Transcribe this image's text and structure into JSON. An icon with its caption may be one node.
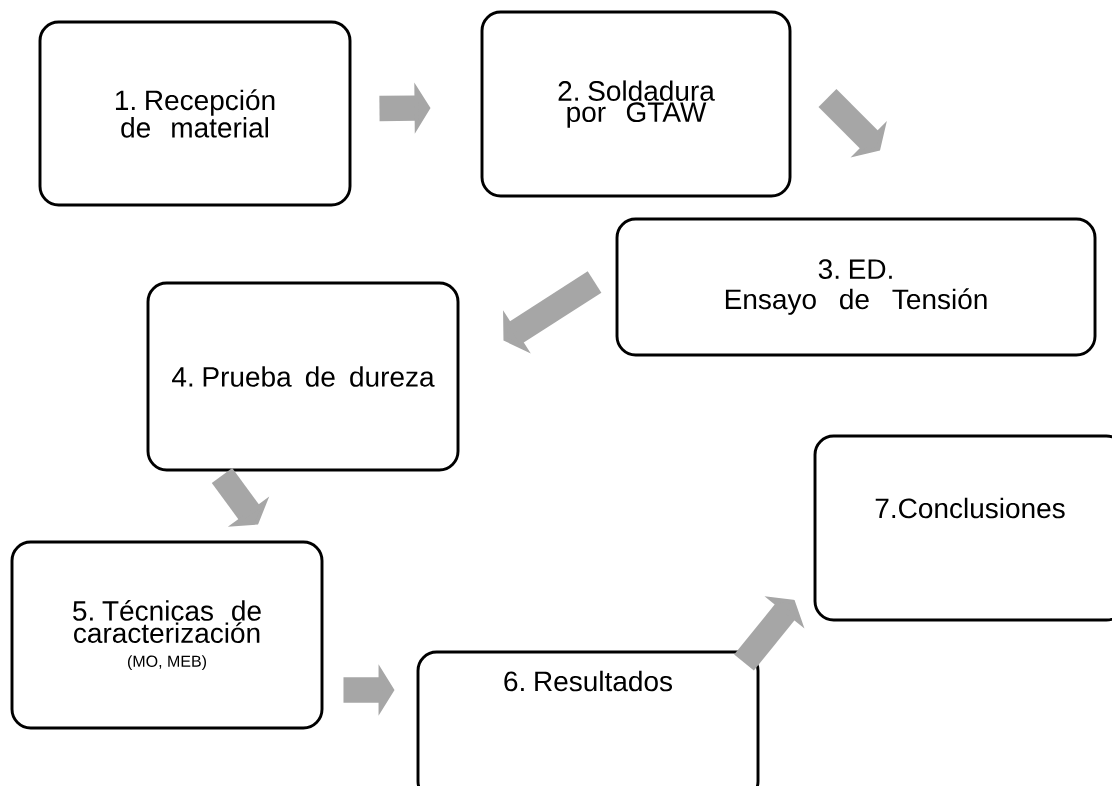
{
  "diagram": {
    "nodes": [
      {
        "text": [
          "1. Recepción de material"
        ]
      },
      {
        "text": [
          "2. Soldadura por GTAW"
        ]
      },
      {
        "text": [
          "3. ED.",
          "Ensayo de Tensión"
        ]
      },
      {
        "text": [
          "4. Prueba de dureza"
        ]
      },
      {
        "text": [
          "5. Técnicas de caracterización",
          "(MO, MEB)"
        ]
      },
      {
        "text": [
          "6. Resultados"
        ]
      },
      {
        "text": [
          "7.Conclusiones"
        ]
      }
    ],
    "edges": [
      {
        "from": 0,
        "to": 1,
        "arrow": "to"
      },
      {
        "from": 1,
        "to": 2,
        "arrow": "to"
      },
      {
        "from": 2,
        "to": 3,
        "arrow": "to"
      },
      {
        "from": 3,
        "to": 4,
        "arrow": "to"
      },
      {
        "from": 4,
        "to": 5,
        "arrow": "to"
      },
      {
        "from": 5,
        "to": 6,
        "arrow": "to"
      }
    ]
  }
}
